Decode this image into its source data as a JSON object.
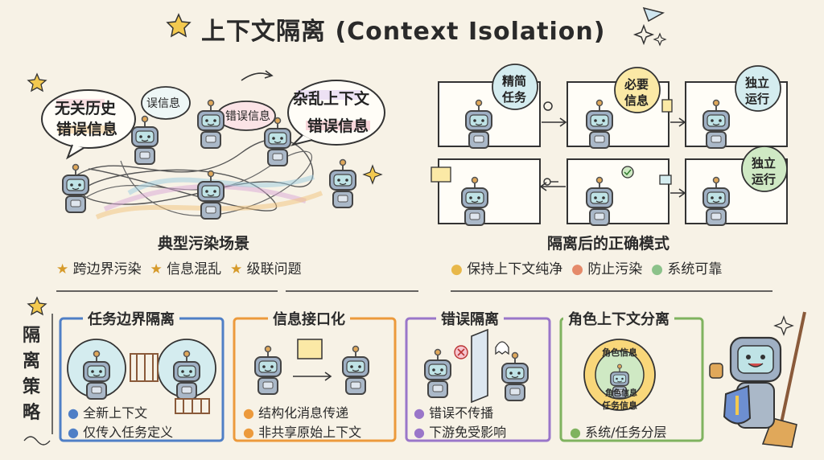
{
  "title": "上下文隔离 (Context Isolation)",
  "left_scene": {
    "bubbles": {
      "b1_line1": "无关历史",
      "b1_line2": "错误信息",
      "b2": "误信息",
      "b3": "错误信息",
      "b4_line1": "杂乱上下文",
      "b4_line2": "错误信息"
    },
    "caption": "典型污染场景",
    "tags": [
      "跨边界污染",
      "信息混乱",
      "级联问题"
    ]
  },
  "right_scene": {
    "bubbles": {
      "p1_line1": "精简",
      "p1_line2": "任务",
      "p2_line1": "必要",
      "p2_line2": "信息",
      "p3_line1": "独立",
      "p3_line2": "运行",
      "p4_line1": "独立",
      "p4_line2": "运行"
    },
    "caption": "隔离后的正确模式",
    "tags": [
      "保持上下文纯净",
      "防止污染",
      "系统可靠"
    ],
    "tag_colors": [
      "#e8b84a",
      "#e58a6a",
      "#8cc28a"
    ]
  },
  "strategies_label": "隔离策略",
  "strategies": [
    {
      "title": "任务边界隔离",
      "color": "#4f7fc6",
      "items": [
        "全新上下文",
        "仅传入任务定义"
      ]
    },
    {
      "title": "信息接口化",
      "color": "#ec9a3c",
      "items": [
        "结构化消息传递",
        "非共享原始上下文"
      ]
    },
    {
      "title": "错误隔离",
      "color": "#9a76c9",
      "items": [
        "错误不传播",
        "下游免受影响"
      ]
    },
    {
      "title": "角色上下文分离",
      "color": "#7fb35f",
      "items": [
        "系统/任务分层"
      ],
      "ring_top": "角色信息",
      "ring_mid": "角色信息",
      "ring_bottom": "任务信息"
    }
  ]
}
